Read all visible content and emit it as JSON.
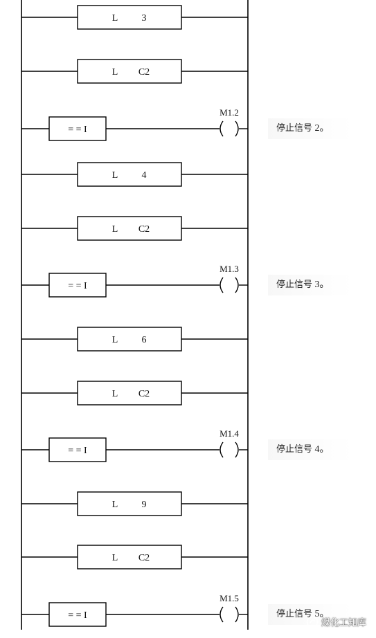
{
  "rungs": [
    {
      "type": "load",
      "op": "L",
      "arg": "3"
    },
    {
      "type": "load",
      "op": "L",
      "arg": "C2"
    },
    {
      "type": "compare",
      "op": "= = I",
      "coil": "M1.2",
      "comment": "停止信号",
      "comment_num": "2。"
    },
    {
      "type": "load",
      "op": "L",
      "arg": "4"
    },
    {
      "type": "load",
      "op": "L",
      "arg": "C2"
    },
    {
      "type": "compare",
      "op": "= = I",
      "coil": "M1.3",
      "comment": "停止信号",
      "comment_num": "3。"
    },
    {
      "type": "load",
      "op": "L",
      "arg": "6"
    },
    {
      "type": "load",
      "op": "L",
      "arg": "C2"
    },
    {
      "type": "compare",
      "op": "= = I",
      "coil": "M1.4",
      "comment": "停止信号",
      "comment_num": "4。"
    },
    {
      "type": "load",
      "op": "L",
      "arg": "9"
    },
    {
      "type": "load",
      "op": "L",
      "arg": "C2"
    },
    {
      "type": "compare",
      "op": "= = I",
      "coil": "M1.5",
      "comment": "停止信号",
      "comment_num": "5。"
    }
  ],
  "watermark": {
    "text": "煤化工知库",
    "icon": "wechat-official-account-icon"
  },
  "colors": {
    "line": "#000000",
    "text": "#111111"
  }
}
